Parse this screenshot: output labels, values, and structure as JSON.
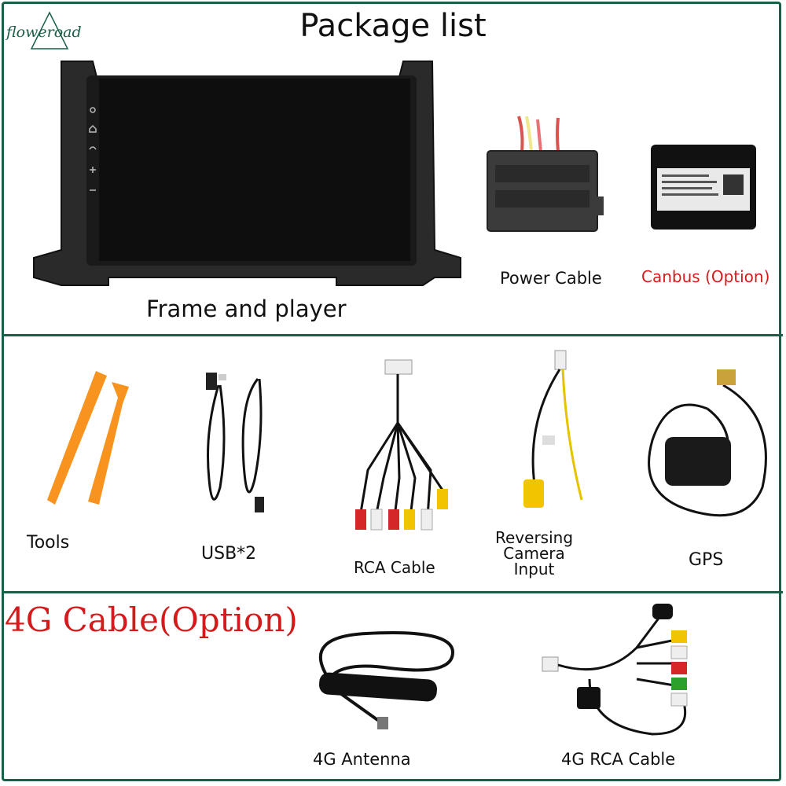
{
  "header": {
    "title": "Package list",
    "brand": "floweroad"
  },
  "section1": {
    "items": [
      {
        "label": "Frame and player"
      },
      {
        "label": "Power Cable"
      },
      {
        "label": "Canbus (Option)"
      }
    ]
  },
  "section2": {
    "items": [
      {
        "label": "Tools"
      },
      {
        "label": "USB*2"
      },
      {
        "label": "RCA Cable"
      },
      {
        "label_lines": [
          "Reversing",
          "Camera",
          "Input"
        ]
      },
      {
        "label": "GPS"
      }
    ]
  },
  "section3": {
    "heading": "4G Cable(Option)",
    "items": [
      {
        "label": "4G Antenna"
      },
      {
        "label": "4G RCA Cable"
      }
    ]
  },
  "colors": {
    "frame": "#1b5e4a",
    "option_red": "#d41a1a",
    "tools_orange": "#f7931e"
  }
}
